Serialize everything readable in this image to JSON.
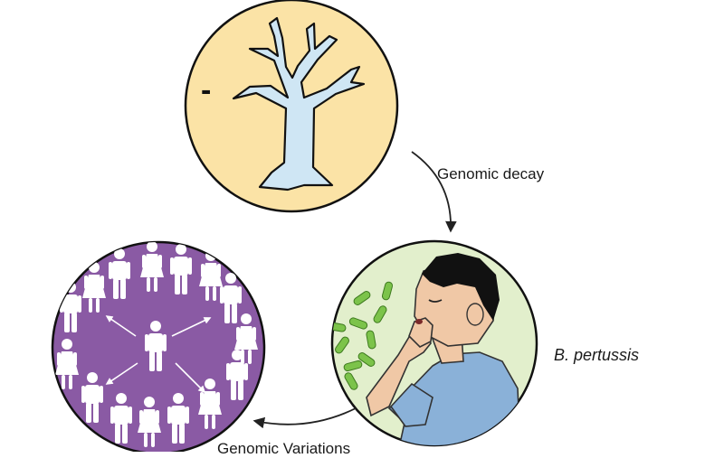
{
  "labels": {
    "genomic_decay": "Genomic decay",
    "pathogen": "B. pertussis",
    "genomic_variations": "Genomic Variations"
  },
  "tree_circle": {
    "minus_sign": "-"
  },
  "colors": {
    "tree_circle_fill": "#fbe3a6",
    "tree_fill": "#cfe6f4",
    "child_circle_fill": "#e2efcc",
    "population_circle_fill": "#8a5aa4",
    "bacteria": "#7cc34a",
    "shirt": "#8ab1d8",
    "skin": "#f0c8a6",
    "hair": "#111111"
  },
  "icons": [
    "dead-tree-icon",
    "coughing-child-icon",
    "bacteria-icon",
    "person-icon",
    "arrow-icon"
  ]
}
